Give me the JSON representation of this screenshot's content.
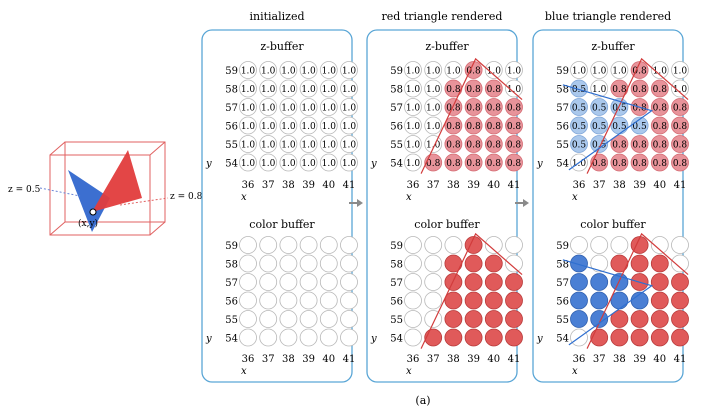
{
  "caption": "(a)",
  "scene": {
    "z_left_label": "z = 0.5",
    "z_right_label": "z = 0.8",
    "point_label": "(x,y)"
  },
  "panels": [
    {
      "title": "initialized",
      "zbuffer_title": "z-buffer",
      "color_title": "color buffer",
      "zbuffer": [
        [
          "1.0",
          "1.0",
          "1.0",
          "1.0",
          "1.0",
          "1.0"
        ],
        [
          "1.0",
          "1.0",
          "1.0",
          "1.0",
          "1.0",
          "1.0"
        ],
        [
          "1.0",
          "1.0",
          "1.0",
          "1.0",
          "1.0",
          "1.0"
        ],
        [
          "1.0",
          "1.0",
          "1.0",
          "1.0",
          "1.0",
          "1.0"
        ],
        [
          "1.0",
          "1.0",
          "1.0",
          "1.0",
          "1.0",
          "1.0"
        ],
        [
          "1.0",
          "1.0",
          "1.0",
          "1.0",
          "1.0",
          "1.0"
        ]
      ],
      "color": [
        [
          "",
          "",
          "",
          "",
          "",
          ""
        ],
        [
          "",
          "",
          "",
          "",
          "",
          ""
        ],
        [
          "",
          "",
          "",
          "",
          "",
          ""
        ],
        [
          "",
          "",
          "",
          "",
          "",
          ""
        ],
        [
          "",
          "",
          "",
          "",
          "",
          ""
        ],
        [
          "",
          "",
          "",
          "",
          "",
          ""
        ]
      ]
    },
    {
      "title": "red triangle rendered",
      "zbuffer_title": "z-buffer",
      "color_title": "color buffer",
      "zbuffer": [
        [
          "1.0",
          "1.0",
          "1.0",
          "0.8",
          "1.0",
          "1.0"
        ],
        [
          "1.0",
          "1.0",
          "0.8",
          "0.8",
          "0.8",
          "1.0"
        ],
        [
          "1.0",
          "1.0",
          "0.8",
          "0.8",
          "0.8",
          "0.8"
        ],
        [
          "1.0",
          "1.0",
          "0.8",
          "0.8",
          "0.8",
          "0.8"
        ],
        [
          "1.0",
          "1.0",
          "0.8",
          "0.8",
          "0.8",
          "0.8"
        ],
        [
          "1.0",
          "0.8",
          "0.8",
          "0.8",
          "0.8",
          "0.8"
        ]
      ],
      "color": [
        [
          "",
          "",
          "",
          "r",
          "",
          ""
        ],
        [
          "",
          "",
          "r",
          "r",
          "r",
          ""
        ],
        [
          "",
          "",
          "r",
          "r",
          "r",
          "r"
        ],
        [
          "",
          "",
          "r",
          "r",
          "r",
          "r"
        ],
        [
          "",
          "",
          "r",
          "r",
          "r",
          "r"
        ],
        [
          "",
          "r",
          "r",
          "r",
          "r",
          "r"
        ]
      ]
    },
    {
      "title": "blue triangle rendered",
      "zbuffer_title": "z-buffer",
      "color_title": "color buffer",
      "zbuffer": [
        [
          "1.0",
          "1.0",
          "1.0",
          "0.8",
          "1.0",
          "1.0"
        ],
        [
          "0.5",
          "1.0",
          "0.8",
          "0.8",
          "0.8",
          "1.0"
        ],
        [
          "0.5",
          "0.5",
          "0.5",
          "0.8",
          "0.8",
          "0.8"
        ],
        [
          "0.5",
          "0.5",
          "0.5",
          "0.5",
          "0.8",
          "0.8"
        ],
        [
          "0.5",
          "0.5",
          "0.8",
          "0.8",
          "0.8",
          "0.8"
        ],
        [
          "1.0",
          "0.8",
          "0.8",
          "0.8",
          "0.8",
          "0.8"
        ]
      ],
      "color": [
        [
          "",
          "",
          "",
          "r",
          "",
          ""
        ],
        [
          "b",
          "",
          "r",
          "r",
          "r",
          ""
        ],
        [
          "b",
          "b",
          "b",
          "r",
          "r",
          "r"
        ],
        [
          "b",
          "b",
          "b",
          "b",
          "r",
          "r"
        ],
        [
          "b",
          "b",
          "r",
          "r",
          "r",
          "r"
        ],
        [
          "",
          "r",
          "r",
          "r",
          "r",
          "r"
        ]
      ]
    }
  ],
  "rows": [
    "59",
    "58",
    "57",
    "56",
    "55",
    "54"
  ],
  "cols": [
    "36",
    "37",
    "38",
    "39",
    "40",
    "41"
  ],
  "y_axis_label": "y",
  "x_axis_label": "x",
  "colors": {
    "red_fill": "#e8939a",
    "red_solid": "#e05a5a",
    "blue_fill": "#aac8ec",
    "blue_solid": "#4a7fd4",
    "panel_border": "#5aa6d6",
    "arrow": "#8a8a8a"
  }
}
